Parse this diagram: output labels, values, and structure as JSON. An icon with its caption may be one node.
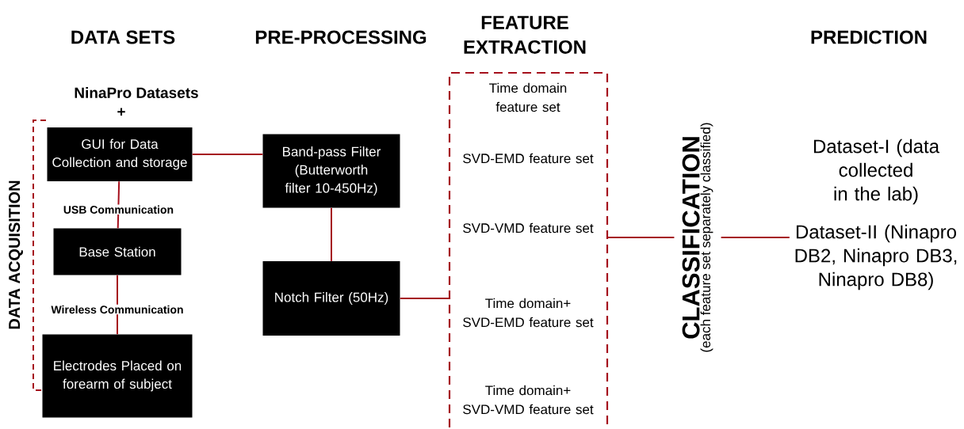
{
  "diagram": {
    "nodes": [
      {
        "text": [
          "GUI for Data Collection and storage"
        ]
      },
      {
        "text": [
          "Base Station"
        ]
      },
      {
        "text": [
          "Electrodes Placed on forearm of subject"
        ]
      },
      {
        "text": [
          "Band-pass Filter (Butterworth filter 10-450Hz)"
        ]
      },
      {
        "text": [
          "Notch Filter (50Hz)"
        ]
      },
      {
        "text": [
          "Time domain feature set",
          "SVD-EMD feature set",
          "SVD-VMD feature set",
          "Time domain+ SVD-EMD feature set",
          "Time domain+ SVD-VMD feature set"
        ]
      },
      {
        "text": [
          "CLASSIFICATION",
          "(each feature set separately classified)"
        ]
      },
      {
        "text": [
          "Dataset-I (data collected in the lab)",
          "Dataset-II (Ninapro DB2, Ninapro DB3, Ninapro DB8)"
        ]
      }
    ],
    "edges": [
      {
        "from": 0,
        "to": 3,
        "arrow": "none"
      },
      {
        "from": 0,
        "to": 1,
        "arrow": "none",
        "label": "USB Communication"
      },
      {
        "from": 1,
        "to": 2,
        "arrow": "none",
        "label": "Wireless Communication"
      },
      {
        "from": 3,
        "to": 4,
        "arrow": "none"
      },
      {
        "from": 4,
        "to": 5,
        "arrow": "none"
      },
      {
        "from": 5,
        "to": 6,
        "arrow": "none"
      },
      {
        "from": 6,
        "to": 7,
        "arrow": "none"
      }
    ],
    "labels": [
      "DATA SETS",
      "PRE-PROCESSING",
      "FEATURE EXTRACTION",
      "PREDICTION",
      "NinaPro Datasets",
      "+",
      "DATA ACQUISITION"
    ]
  }
}
